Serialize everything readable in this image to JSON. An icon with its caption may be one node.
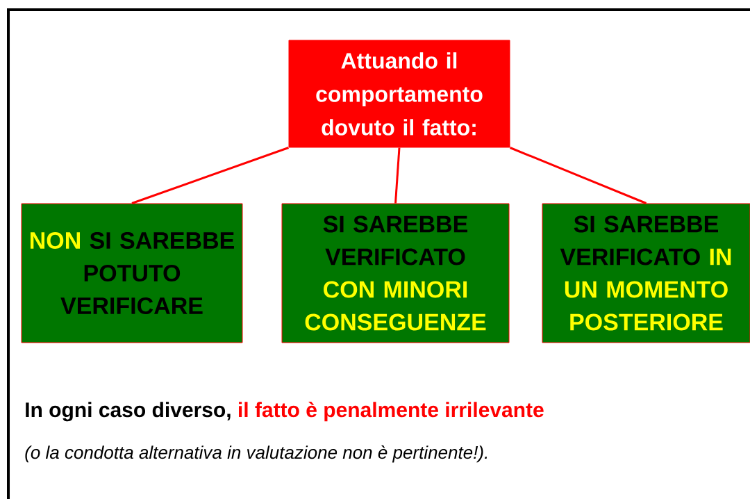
{
  "diagram": {
    "nodes": [
      {
        "text": [
          "Attuando il comportamento dovuto il fatto:"
        ]
      },
      {
        "text": [
          "NON",
          "SI SAREBBE POTUTO VERIFICARE"
        ]
      },
      {
        "text": [
          "SI SAREBBE VERIFICATO",
          "CON MINORI CONSEGUENZE"
        ]
      },
      {
        "text": [
          "SI SAREBBE VERIFICATO",
          "IN UN MOMENTO POSTERIORE"
        ]
      }
    ],
    "edges": [
      {
        "from": 0,
        "to": 1,
        "arrow": "none"
      },
      {
        "from": 0,
        "to": 2,
        "arrow": "none"
      },
      {
        "from": 0,
        "to": 3,
        "arrow": "none"
      }
    ],
    "labels": [
      "In ogni caso diverso,",
      "il fatto è penalmente irrilevante",
      "(o la condotta alternativa in valutazione non è pertinente!)."
    ]
  }
}
